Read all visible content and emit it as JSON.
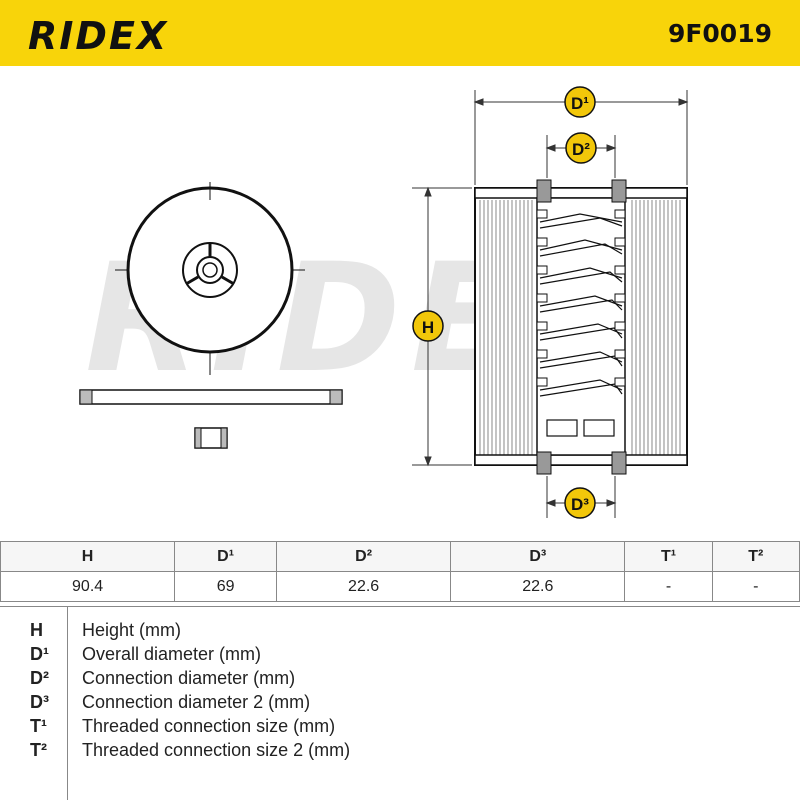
{
  "header": {
    "brand": "RIDEX",
    "part_number": "9F0019"
  },
  "labels": {
    "d1": "D¹",
    "d2": "D²",
    "d3": "D³",
    "h": "H"
  },
  "watermark": "RIDEX",
  "colors": {
    "brand_yellow": "#f8d40a",
    "badge_yellow": "#f2c70a"
  },
  "table": {
    "headers": [
      "H",
      "D¹",
      "D²",
      "D³",
      "T¹",
      "T²"
    ],
    "values": [
      "90.4",
      "69",
      "22.6",
      "22.6",
      "-",
      "-"
    ]
  },
  "legend": [
    {
      "key": "H",
      "desc": "Height (mm)"
    },
    {
      "key": "D¹",
      "desc": "Overall diameter (mm)"
    },
    {
      "key": "D²",
      "desc": "Connection diameter (mm)"
    },
    {
      "key": "D³",
      "desc": "Connection diameter 2 (mm)"
    },
    {
      "key": "T¹",
      "desc": "Threaded connection size (mm)"
    },
    {
      "key": "T²",
      "desc": "Threaded connection size 2 (mm)"
    }
  ]
}
